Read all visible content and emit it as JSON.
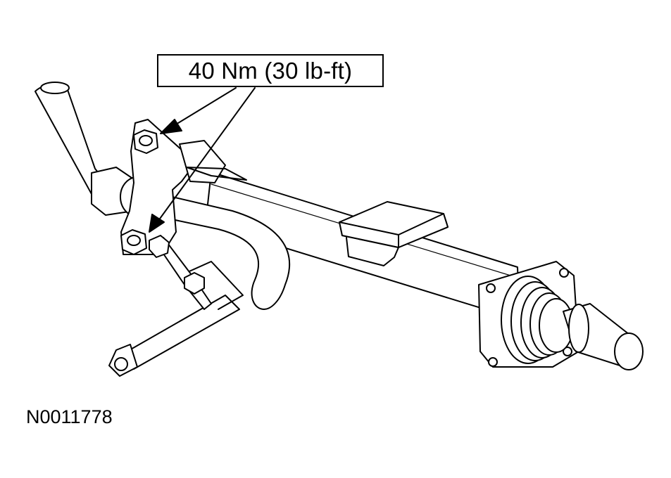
{
  "torque_callout": {
    "label": "40 Nm (30 lb-ft)"
  },
  "figure_id": "N0011778",
  "colors": {
    "line": "#000000",
    "background": "#ffffff"
  },
  "icons": [
    "stabilizer-bar",
    "mounting-bracket",
    "bolt",
    "axle-housing",
    "axle-flange",
    "boot",
    "hub-spindle",
    "link-eye"
  ]
}
